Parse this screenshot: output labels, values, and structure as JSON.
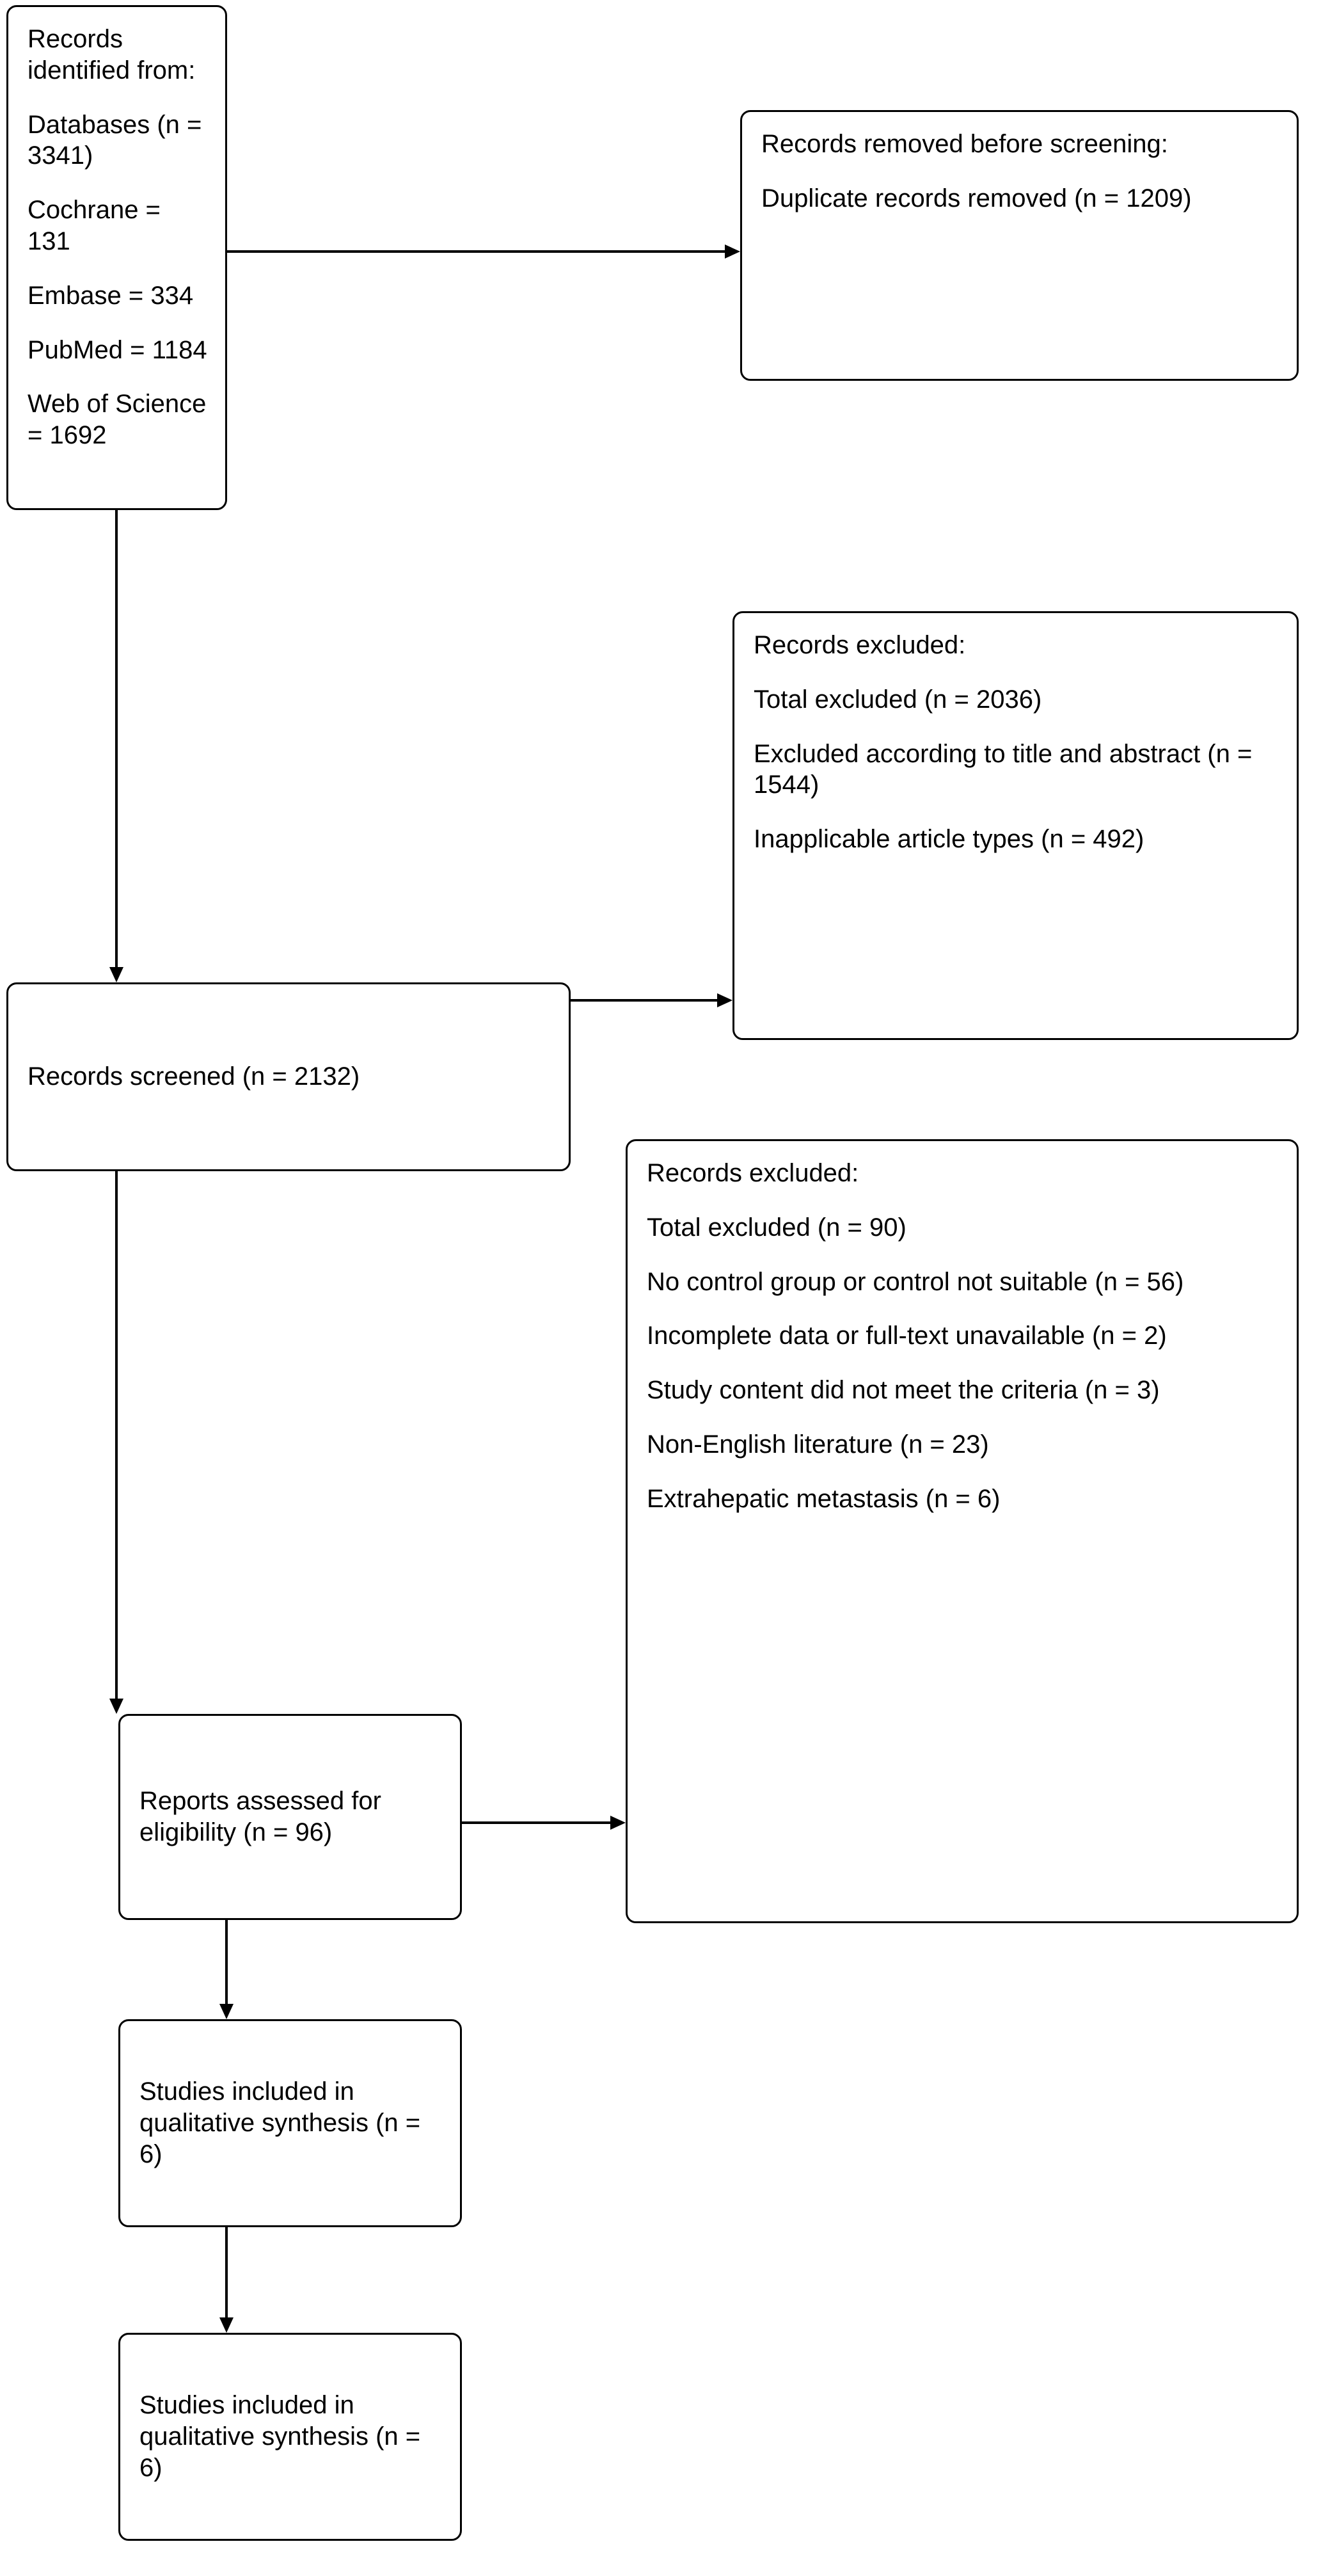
{
  "diagram": {
    "type": "prisma-flow-diagram",
    "title": "PRISMA study selection flow diagram",
    "colors": {
      "stroke": "#000000",
      "background": "#ffffff",
      "text": "#000000"
    }
  },
  "nodes": {
    "identification": {
      "name": "records-identified",
      "lines": [
        "Records identified from:",
        "Databases (n = 3341)",
        "Cochrane = 131",
        "Embase = 334",
        "PubMed = 1184",
        "Web of Science = 1692"
      ]
    },
    "duplicates_removed": {
      "name": "records-removed-before-screening",
      "lines": [
        "Records removed before screening:",
        "Duplicate records removed (n = 1209)"
      ]
    },
    "screened": {
      "name": "records-screened",
      "lines": [
        "Records screened (n = 2132)"
      ]
    },
    "excluded_screening": {
      "name": "records-excluded-screening",
      "lines": [
        "Records excluded:",
        "Total excluded (n = 2036)",
        "Excluded according to title and abstract (n = 1544)",
        "Inapplicable article types (n = 492)"
      ]
    },
    "eligibility": {
      "name": "reports-assessed-for-eligibility",
      "lines": [
        "Reports assessed for eligibility (n = 96)"
      ]
    },
    "excluded_eligibility": {
      "name": "records-excluded-eligibility",
      "lines": [
        "Records excluded:",
        "Total excluded (n = 90)",
        "No control group or control not suitable (n = 56)",
        "Incomplete data or full-text unavailable (n = 2)",
        "Study content did not meet the criteria (n = 3)",
        "Non-English literature (n = 23)",
        "Extrahepatic metastasis (n = 6)"
      ]
    },
    "included_qualitative_1": {
      "name": "studies-included-qualitative-synthesis-1",
      "lines": [
        "Studies included in qualitative synthesis (n = 6)"
      ]
    },
    "included_qualitative_2": {
      "name": "studies-included-qualitative-synthesis-2",
      "lines": [
        "Studies included in qualitative synthesis (n = 6)"
      ]
    }
  },
  "chart_data": {
    "type": "flowchart",
    "title": "PRISMA study selection flow diagram",
    "stages": [
      {
        "id": "identification",
        "label": "Records identified from: Databases",
        "n": 3341,
        "breakdown": {
          "Cochrane": 131,
          "Embase": 334,
          "PubMed": 1184,
          "Web of Science": 1692
        }
      },
      {
        "id": "duplicates_removed",
        "label": "Duplicate records removed",
        "n": 1209
      },
      {
        "id": "screened",
        "label": "Records screened",
        "n": 2132
      },
      {
        "id": "excluded_screening",
        "label": "Records excluded",
        "n": 2036,
        "breakdown": {
          "Excluded according to title and abstract": 1544,
          "Inapplicable article types": 492
        }
      },
      {
        "id": "eligibility",
        "label": "Reports assessed for eligibility",
        "n": 96
      },
      {
        "id": "excluded_eligibility",
        "label": "Records excluded",
        "n": 90,
        "breakdown": {
          "No control group or control not suitable": 56,
          "Incomplete data or full-text unavailable": 2,
          "Study content did not meet the criteria": 3,
          "Non-English literature": 23,
          "Extrahepatic metastasis": 6
        }
      },
      {
        "id": "included_qualitative_1",
        "label": "Studies included in qualitative synthesis",
        "n": 6
      },
      {
        "id": "included_qualitative_2",
        "label": "Studies included in qualitative synthesis",
        "n": 6
      }
    ],
    "edges": [
      {
        "from": "identification",
        "to": "duplicates_removed",
        "direction": "right"
      },
      {
        "from": "identification",
        "to": "screened",
        "direction": "down"
      },
      {
        "from": "screened",
        "to": "excluded_screening",
        "direction": "right"
      },
      {
        "from": "screened",
        "to": "eligibility",
        "direction": "down"
      },
      {
        "from": "eligibility",
        "to": "excluded_eligibility",
        "direction": "right"
      },
      {
        "from": "eligibility",
        "to": "included_qualitative_1",
        "direction": "down"
      },
      {
        "from": "included_qualitative_1",
        "to": "included_qualitative_2",
        "direction": "down"
      }
    ]
  }
}
